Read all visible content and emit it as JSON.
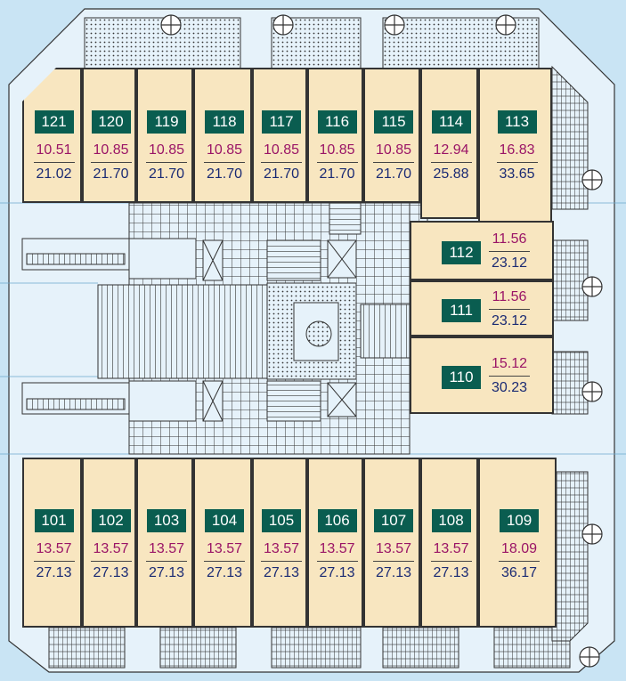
{
  "units_top": [
    {
      "id": "121",
      "a1": "10.51",
      "a2": "21.02"
    },
    {
      "id": "120",
      "a1": "10.85",
      "a2": "21.70"
    },
    {
      "id": "119",
      "a1": "10.85",
      "a2": "21.70"
    },
    {
      "id": "118",
      "a1": "10.85",
      "a2": "21.70"
    },
    {
      "id": "117",
      "a1": "10.85",
      "a2": "21.70"
    },
    {
      "id": "116",
      "a1": "10.85",
      "a2": "21.70"
    },
    {
      "id": "115",
      "a1": "10.85",
      "a2": "21.70"
    },
    {
      "id": "114",
      "a1": "12.94",
      "a2": "25.88"
    },
    {
      "id": "113",
      "a1": "16.83",
      "a2": "33.65"
    }
  ],
  "units_right": [
    {
      "id": "112",
      "a1": "11.56",
      "a2": "23.12"
    },
    {
      "id": "111",
      "a1": "11.56",
      "a2": "23.12"
    },
    {
      "id": "110",
      "a1": "15.12",
      "a2": "30.23"
    }
  ],
  "units_bottom": [
    {
      "id": "101",
      "a1": "13.57",
      "a2": "27.13"
    },
    {
      "id": "102",
      "a1": "13.57",
      "a2": "27.13"
    },
    {
      "id": "103",
      "a1": "13.57",
      "a2": "27.13"
    },
    {
      "id": "104",
      "a1": "13.57",
      "a2": "27.13"
    },
    {
      "id": "105",
      "a1": "13.57",
      "a2": "27.13"
    },
    {
      "id": "106",
      "a1": "13.57",
      "a2": "27.13"
    },
    {
      "id": "107",
      "a1": "13.57",
      "a2": "27.13"
    },
    {
      "id": "108",
      "a1": "13.57",
      "a2": "27.13"
    },
    {
      "id": "109",
      "a1": "18.09",
      "a2": "36.17"
    }
  ],
  "colors": {
    "background": "#c9e4f4",
    "unit_fill": "#f8e6c0",
    "badge": "#0a5d50",
    "area_net": "#9a1466",
    "area_gross": "#1a2a73"
  }
}
